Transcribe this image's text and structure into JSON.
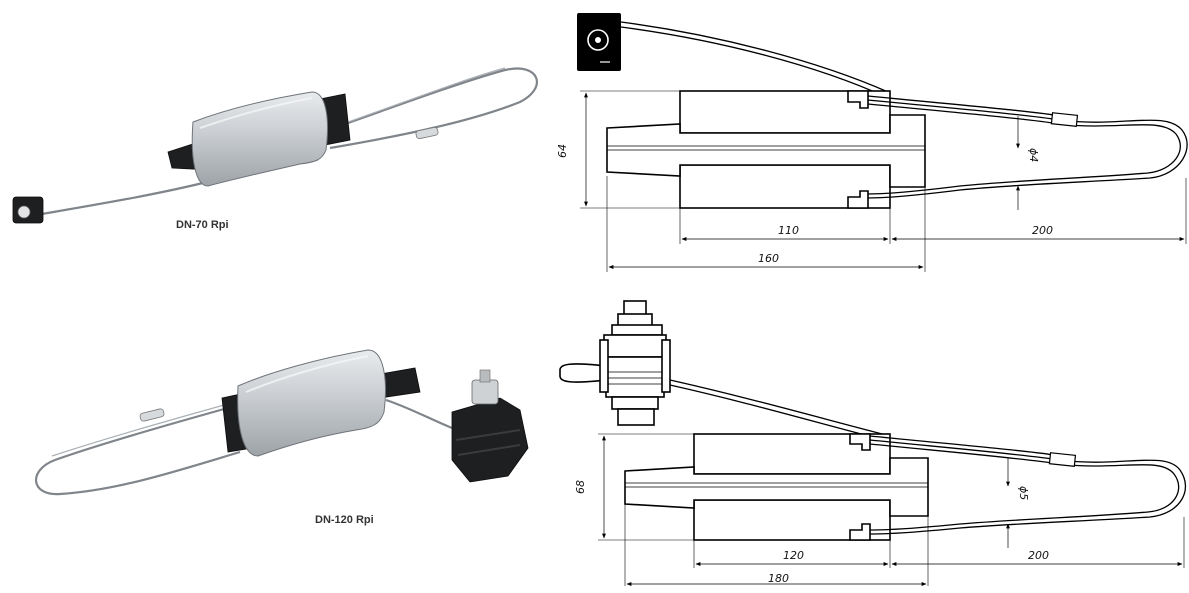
{
  "products": [
    {
      "model": "DN-70 Rpi",
      "dimensions": {
        "width": "64",
        "body_length": "110",
        "overall_length": "160",
        "loop_length": "200",
        "wire_diameter": "ϕ4"
      }
    },
    {
      "model": "DN-120 Rpi",
      "dimensions": {
        "width": "68",
        "body_length": "120",
        "overall_length": "180",
        "loop_length": "200",
        "wire_diameter": "ϕ5"
      }
    }
  ],
  "colors": {
    "line": "#000000",
    "metal": "#c9cdd1",
    "plastic": "#1e1f21",
    "wire": "#7f858b",
    "background": "#ffffff"
  }
}
